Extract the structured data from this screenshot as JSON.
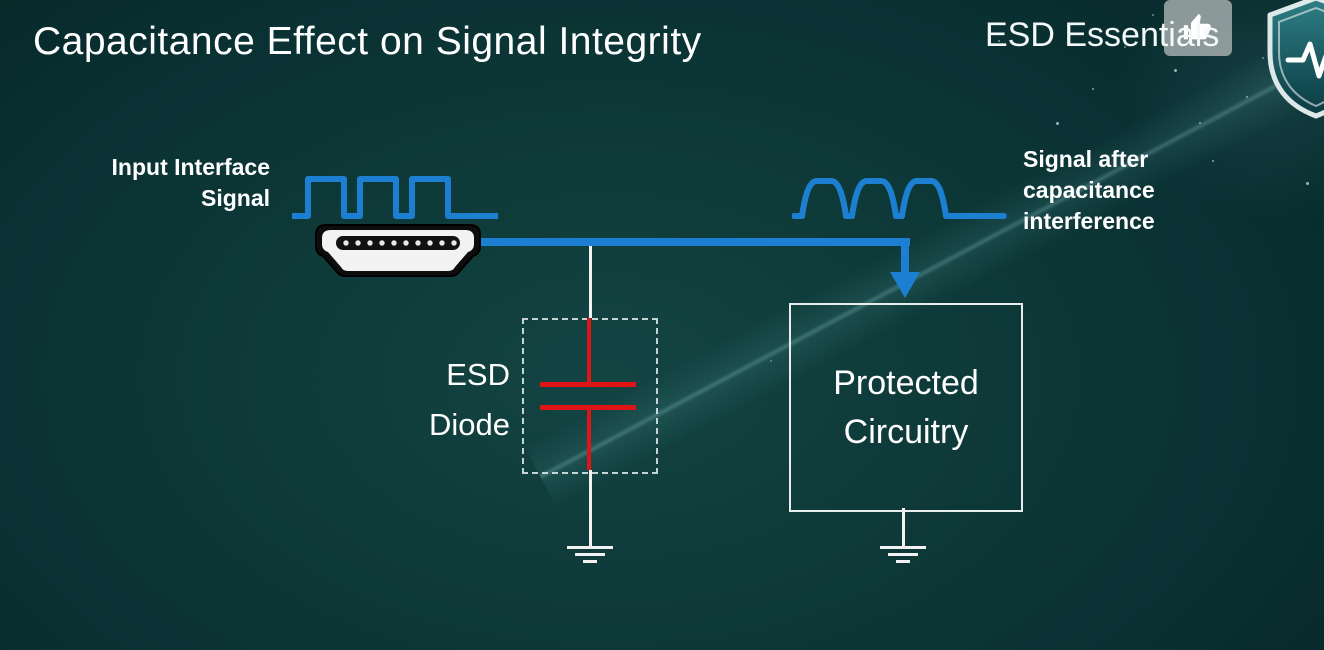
{
  "header": {
    "title": "Capacitance Effect on Signal Integrity",
    "brand": "ESD Essentials"
  },
  "diagram": {
    "input_label": "Input Interface\nSignal",
    "output_label": "Signal after\ncapacitance\ninterference",
    "esd_label": "ESD\nDiode",
    "protected_label": "Protected\nCircuitry"
  },
  "icons": {
    "thumbs_up": "thumbs-up",
    "shield": "shield-with-pulse-line",
    "hdmi": "hdmi-connector",
    "capacitor": "capacitor-symbol",
    "ground": "ground-symbol",
    "arrow": "down-arrow"
  },
  "colors": {
    "signal_blue": "#1d7fd1",
    "capacitor_red": "#e01414",
    "wire_white": "#f2f2f2",
    "background_teal": "#0b3534",
    "text_white": "#ffffff"
  }
}
